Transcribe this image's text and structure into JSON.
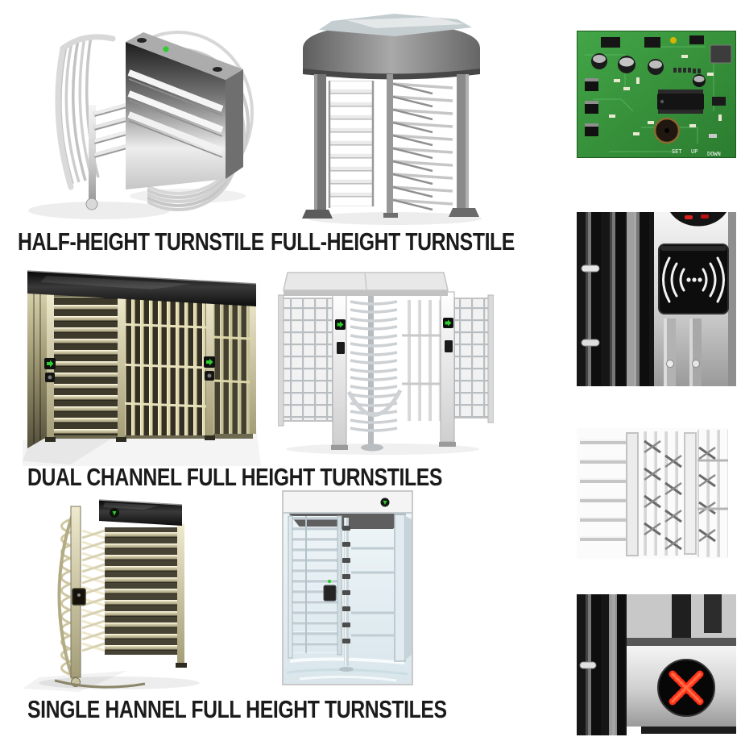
{
  "captions": {
    "half_height": "HALF-HEIGHT TURNSTILE",
    "full_height": "FULL-HEIGHT TURNSTILE",
    "dual_channel": "DUAL CHANNEL FULL HEIGHT TURNSTILES",
    "single_channel": "SINGLE HANNEL FULL HEIGHT TURNSTILES"
  },
  "pcb": {
    "silkscreen": [
      "SET",
      "UP",
      "DOWN"
    ]
  },
  "icons": {
    "green_arrow_led": "green right-arrow pass indicator",
    "green_down_led": "green down-arrow indicator lamp",
    "rfid_wave": "contactless card reader wave symbol",
    "red_x_led": "red LED dot-matrix X no-entry indicator"
  },
  "colors": {
    "background": "#ffffff",
    "caption_text": "#1b1b1b",
    "pcb_green": "#379a3b",
    "led_green": "#2ecc2e",
    "led_red": "#ff3018",
    "steel_light": "#e9e9e9",
    "steel_dark": "#3f3f3f",
    "roof_black": "#101010",
    "brass_tint": "#b3ac85"
  }
}
